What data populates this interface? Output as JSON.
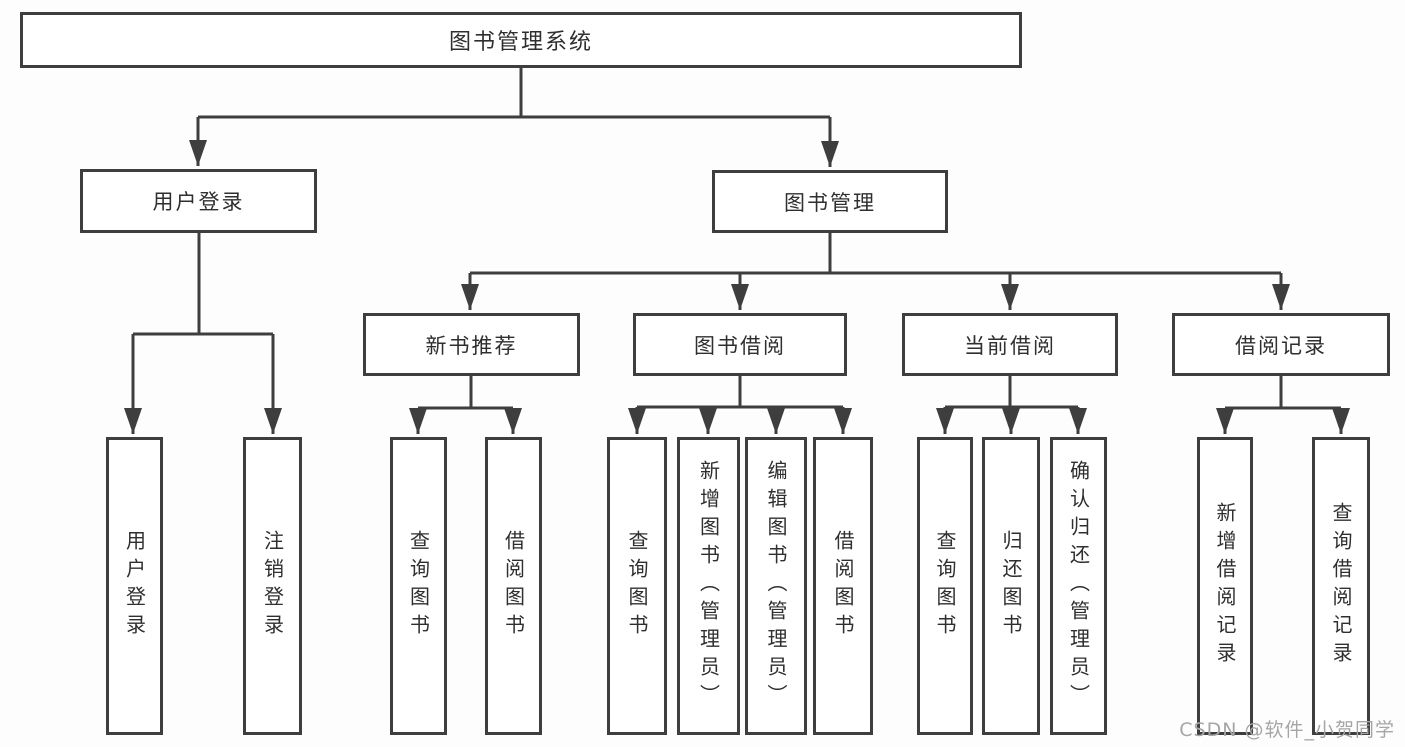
{
  "nodes": {
    "root": "图书管理系统",
    "user_login": "用户登录",
    "book_mgmt": "图书管理",
    "new_book_rec": "新书推荐",
    "book_borrow": "图书借阅",
    "current_borrow": "当前借阅",
    "borrow_records": "借阅记录",
    "leaf_user_login": "用户登录",
    "leaf_logout": "注销登录",
    "rec_query_book": "查询图书",
    "rec_borrow_book": "借阅图书",
    "bb_query_book": "查询图书",
    "bb_add_book": "新增图书（管理员）",
    "bb_edit_book": "编辑图书（管理员）",
    "bb_borrow_book": "借阅图书",
    "cb_query_book": "查询图书",
    "cb_return_book": "归还图书",
    "cb_confirm_return": "确认归还（管理员）",
    "br_add_record": "新增借阅记录",
    "br_query_record": "查询借阅记录"
  },
  "watermark": "CSDN @软件_小贺同学"
}
